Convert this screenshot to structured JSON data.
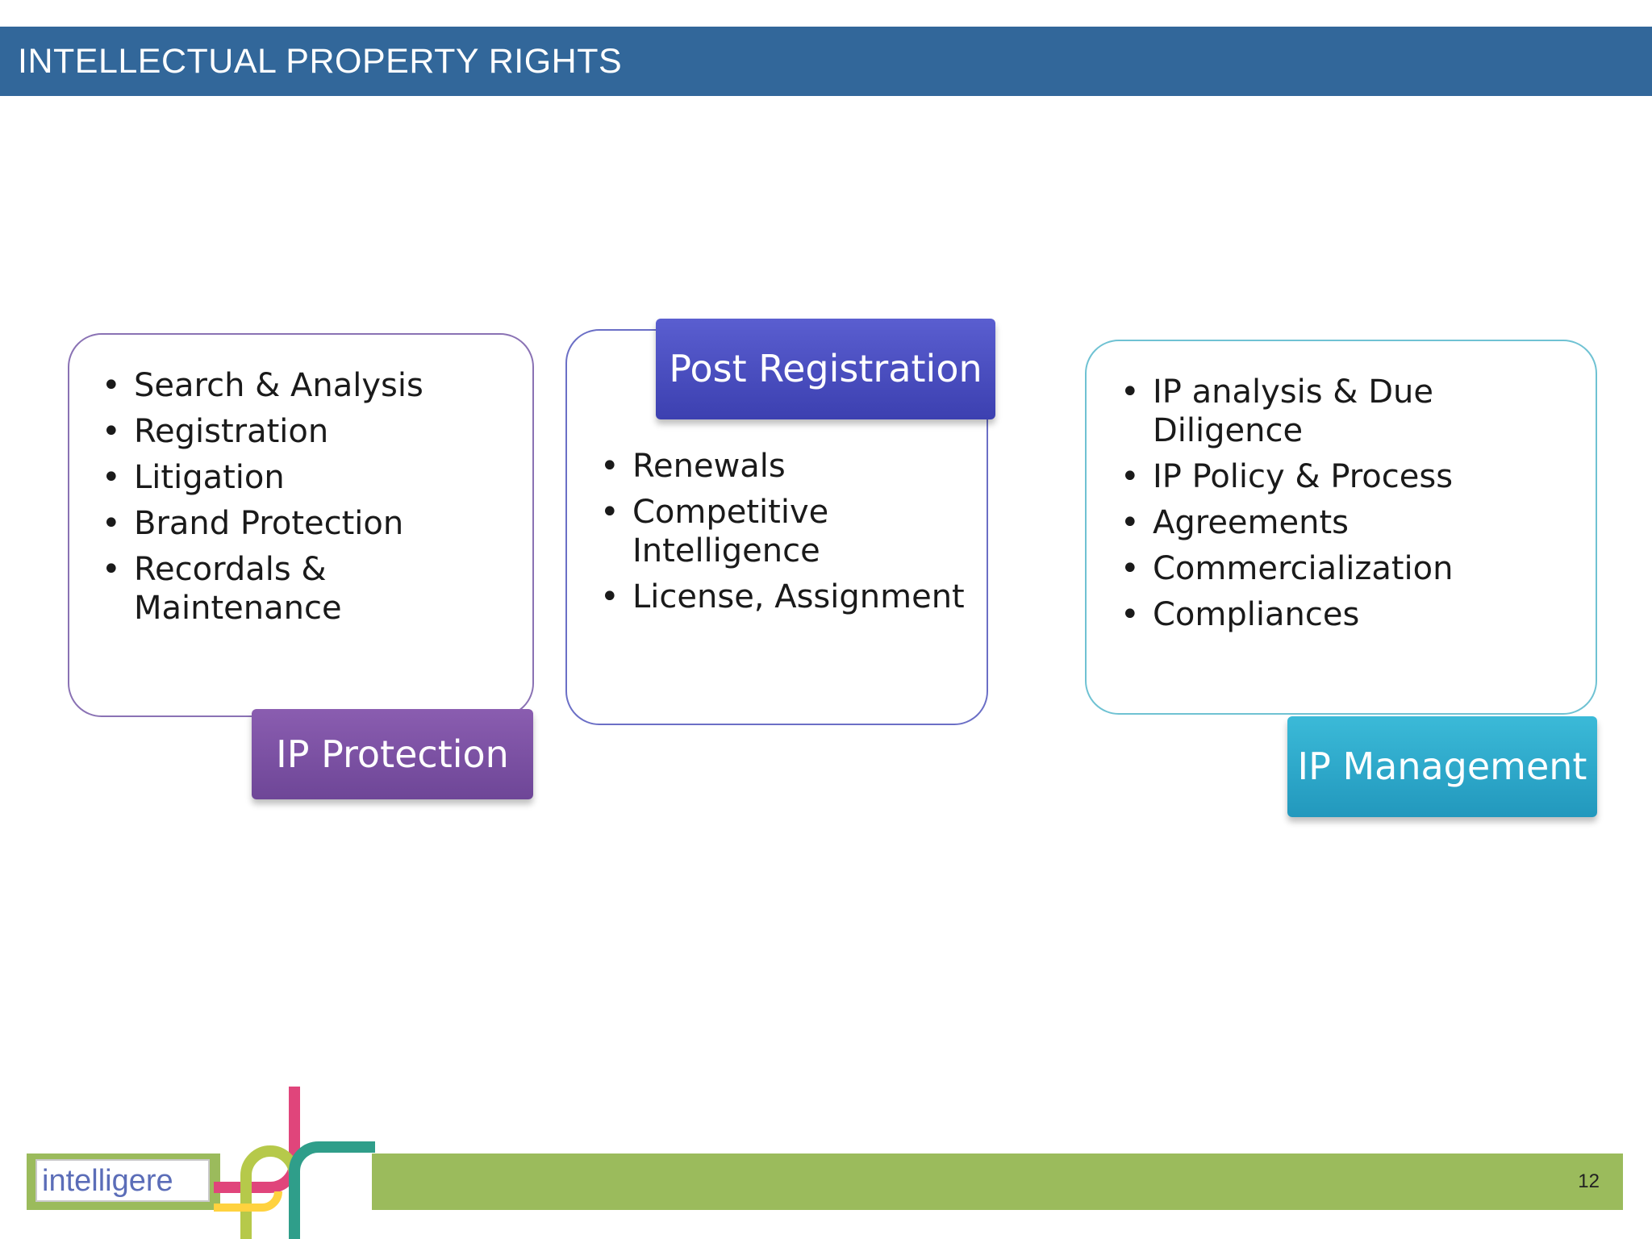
{
  "header": {
    "title": "INTELLECTUAL PROPERTY RIGHTS"
  },
  "cards": [
    {
      "label": "IP Protection",
      "items": [
        "Search & Analysis",
        "Registration",
        "Litigation",
        "Brand Protection",
        "Recordals & Maintenance"
      ]
    },
    {
      "label": "Post Registration",
      "items": [
        "Renewals",
        "Competitive Intelligence",
        "License, Assignment"
      ]
    },
    {
      "label": "IP Management",
      "items": [
        "IP analysis & Due Diligence",
        "IP Policy & Process",
        "Agreements",
        "Commercialization",
        "Compliances"
      ]
    }
  ],
  "footer": {
    "logo_text": "intelligere",
    "page_number": "12"
  },
  "colors": {
    "title_bar": "#32679a",
    "ip_protection": "#7b52a6",
    "post_registration": "#4a4fc2",
    "ip_management": "#2ea9cc",
    "footer_bar": "#9bbb5c"
  }
}
